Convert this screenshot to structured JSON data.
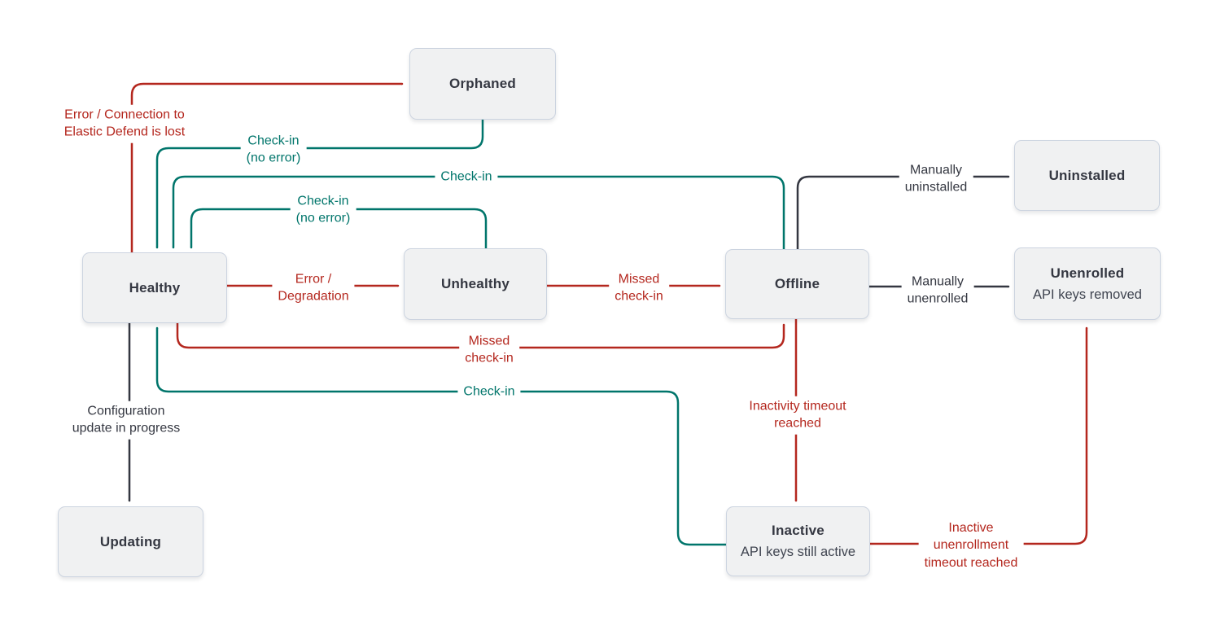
{
  "colors": {
    "error": "#b4271e",
    "success": "#00756b",
    "neutral": "#343741",
    "node_fill": "#f0f1f2",
    "node_border": "#ccd4e0",
    "node_text": "#343741"
  },
  "nodes": {
    "orphaned": {
      "label": "Orphaned"
    },
    "healthy": {
      "label": "Healthy"
    },
    "unhealthy": {
      "label": "Unhealthy"
    },
    "offline": {
      "label": "Offline"
    },
    "uninstalled": {
      "label": "Uninstalled"
    },
    "unenrolled": {
      "label": "Unenrolled",
      "sublabel": "API keys removed"
    },
    "updating": {
      "label": "Updating"
    },
    "inactive": {
      "label": "Inactive",
      "sublabel": "API keys still active"
    }
  },
  "edge_labels": {
    "healthy_orphaned": "Error / Connection to\nElastic Defend is lost",
    "orphaned_healthy": "Check-in\n(no error)",
    "offline_healthy": "Check-in",
    "unhealthy_healthy": "Check-in\n(no error)",
    "healthy_unhealthy": "Error /\nDegradation",
    "unhealthy_offline": "Missed\ncheck-in",
    "healthy_offline": "Missed\ncheck-in",
    "inactive_healthy": "Check-in",
    "healthy_updating": "Configuration\nupdate in progress",
    "offline_uninstalled": "Manually\nuninstalled",
    "offline_unenrolled": "Manually\nunenrolled",
    "offline_inactive": "Inactivity timeout\nreached",
    "inactive_unenrolled": "Inactive\nunenrollment\ntimeout reached"
  }
}
